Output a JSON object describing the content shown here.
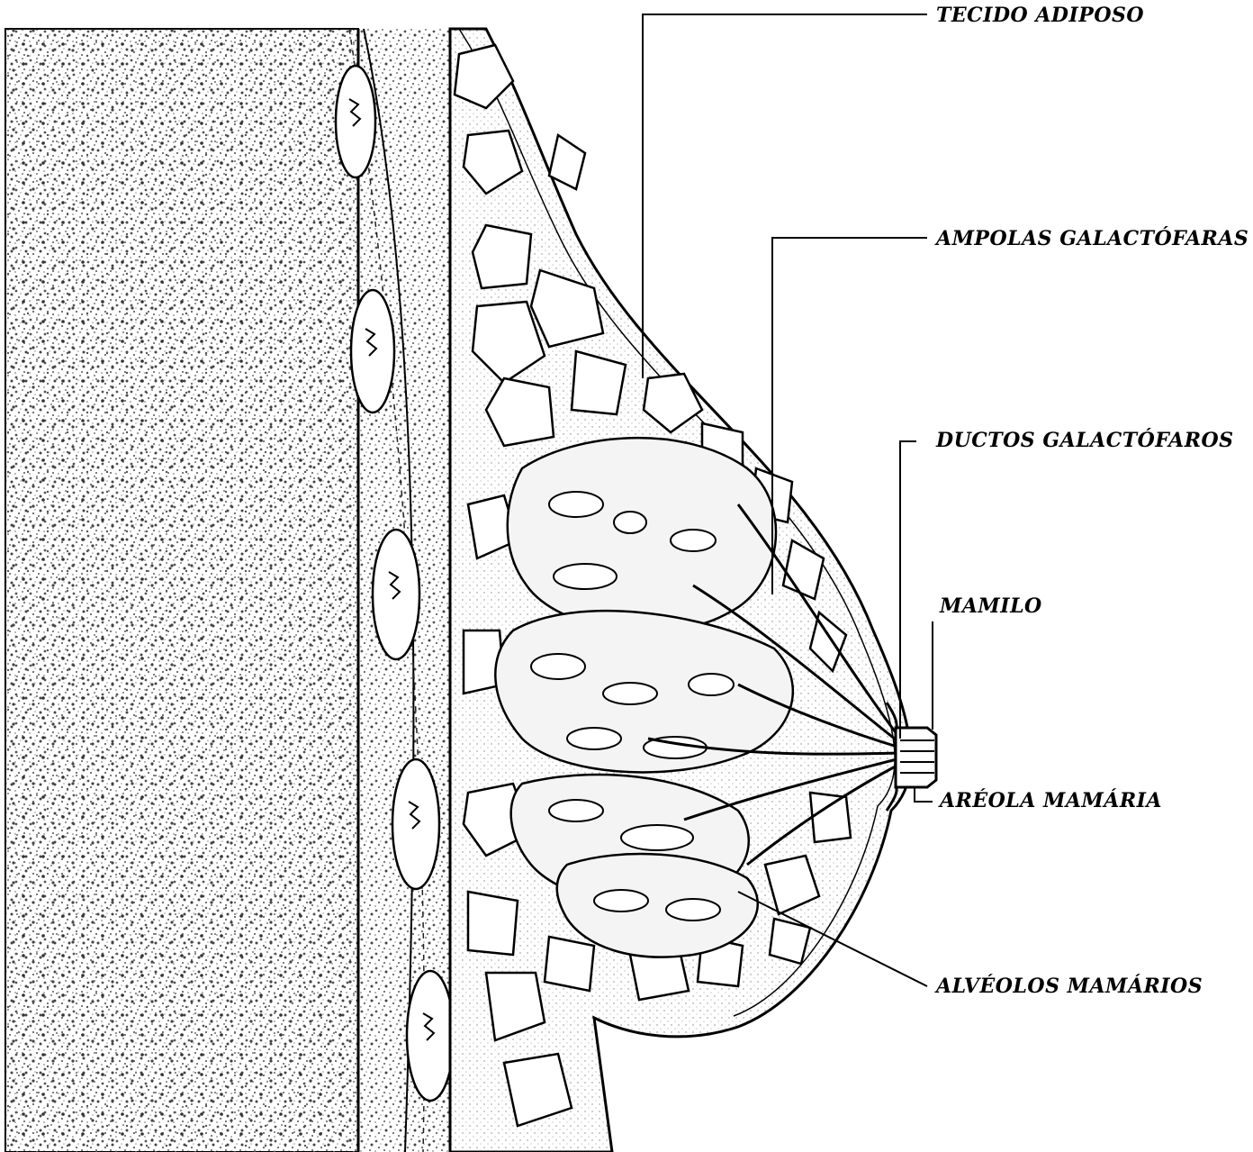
{
  "labels": {
    "tecido_adiposo": "TECIDO ADIPOSO",
    "ampolas_galactoforas": "AMPOLAS GALACTÓFARAS",
    "ductos_galactoforos": "DUCTOS GALACTÓFAROS",
    "mamilo": "MAMILO",
    "areola_mamaria": "ARÉOLA MAMÁRIA",
    "alveolos_mamarios": "ALVÉOLOS MAMÁRIOS"
  },
  "colors": {
    "ink": "#000000",
    "paper": "#ffffff",
    "stipple": "#6a6a6a",
    "lobule_fill": "#f4f4f4"
  }
}
